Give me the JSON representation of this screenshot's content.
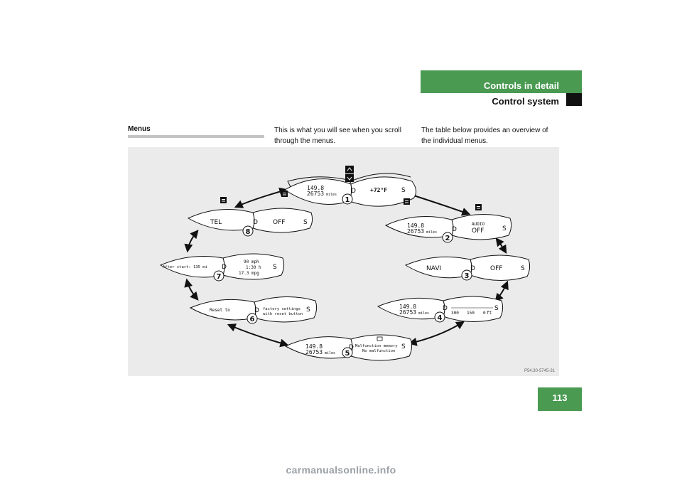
{
  "header": {
    "title": "Controls in detail",
    "subtitle": "Control system"
  },
  "page_number": "113",
  "section": {
    "heading": "Menus"
  },
  "columns": {
    "middle": "This is what you will see when you scroll through the menus.",
    "right": "The table below provides an overview of the individual menus."
  },
  "figure": {
    "code": "P54.30-5745-31",
    "menus": {
      "m1": {
        "left_top": "149.8",
        "left_bottom": "26753",
        "unit": "miles",
        "right": "+72°F",
        "callout": "1"
      },
      "m2": {
        "left_top": "149.8",
        "left_bottom": "26753",
        "unit": "miles",
        "right_top": "AUDIO",
        "right": "OFF",
        "callout": "2"
      },
      "m3": {
        "left": "NAVI",
        "right": "OFF",
        "callout": "3"
      },
      "m4": {
        "left_top": "149.8",
        "left_bottom": "26753",
        "unit": "miles",
        "scale": [
          "300",
          "150",
          "0",
          "ft"
        ],
        "callout": "4"
      },
      "m5": {
        "left_top": "149.8",
        "left_bottom": "26753",
        "unit": "miles",
        "right_top": "Malfunction memory",
        "right_bottom": "No malfunction",
        "callout": "5"
      },
      "m6": {
        "left": "Reset to",
        "right_top": "factory settings",
        "right_bottom": "with reset button",
        "callout": "6"
      },
      "m7": {
        "left": "After start: 135 mi",
        "right_1": "90 mph",
        "right_2": "1:30 h",
        "right_3": "17.3 mpg",
        "callout": "7"
      },
      "m8": {
        "left": "TEL",
        "right": "OFF",
        "callout": "8"
      }
    },
    "d": "D",
    "s": "S"
  },
  "watermark": "carmanualsonline.info"
}
